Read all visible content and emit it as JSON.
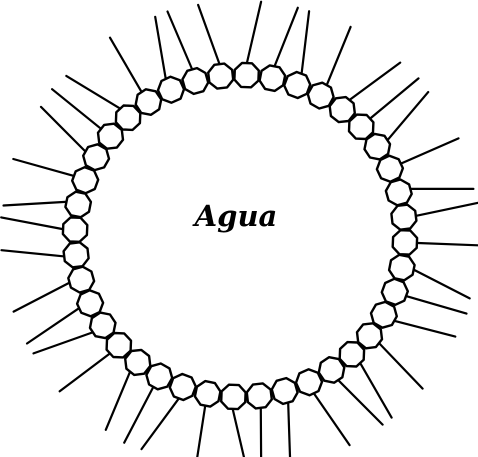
{
  "diagram": {
    "core_label": "Agua",
    "ink_color": "#000000",
    "background_color": "#ffffff",
    "head_shape": "octagon",
    "tail_count": 1,
    "molecule_count": 40
  }
}
